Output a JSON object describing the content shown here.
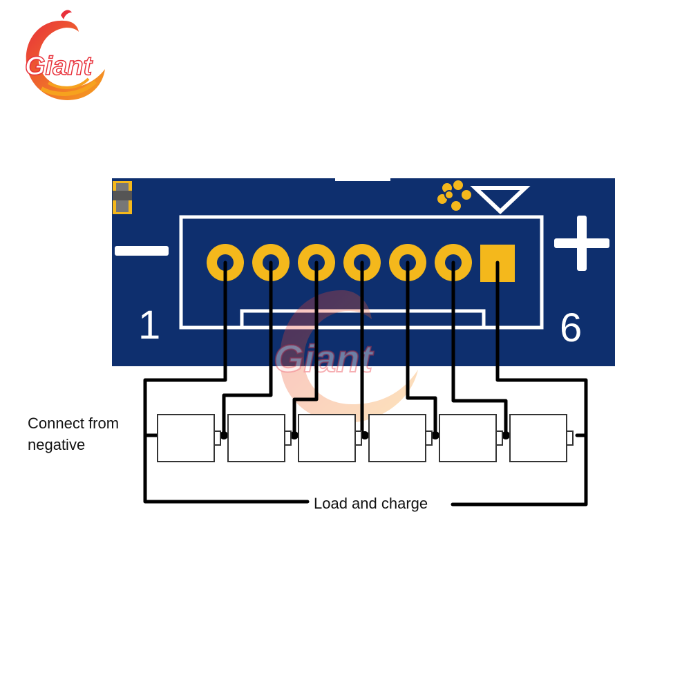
{
  "logo": {
    "text": "Giant",
    "colors": [
      "#e8303a",
      "#f6a21e"
    ]
  },
  "watermark": {
    "text": "Giant"
  },
  "board": {
    "color": "#0e2f6e",
    "pad_color": "#f4b81c",
    "silkscreen_color": "#ffffff",
    "minus_sign": "—",
    "plus_sign": "+",
    "pin_first": "1",
    "pin_last": "6",
    "pad_count": 7
  },
  "wiring": {
    "cell_count": 6,
    "wire_color": "#000000",
    "label_connect_line1": "Connect from",
    "label_connect_line2": "negative",
    "label_load": "Load and charge"
  }
}
